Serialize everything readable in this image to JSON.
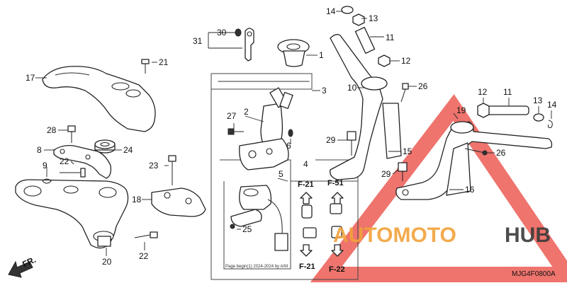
{
  "diagram": {
    "catalog_code": "MJG4F0800A",
    "footer_note": "Page begin(1) 2024-2024 by A/M",
    "front_label": "FR.",
    "ref_codes": [
      "F-21",
      "F-51",
      "F-21",
      "F-22"
    ],
    "callouts": [
      "1",
      "2",
      "3",
      "4",
      "5",
      "6",
      "8",
      "9",
      "10",
      "11",
      "12",
      "13",
      "14",
      "15",
      "16",
      "17",
      "18",
      "19",
      "20",
      "21",
      "22",
      "22",
      "23",
      "24",
      "25",
      "26",
      "26",
      "27",
      "28",
      "29",
      "29",
      "30",
      "31",
      "11",
      "12",
      "13",
      "14"
    ]
  },
  "watermark": {
    "brand_primary": "AUTOMOTO",
    "brand_secondary": "HUB",
    "primary_color": "#f2a33a",
    "secondary_color": "#3a3a3a",
    "triangle_color": "#e8453c"
  }
}
